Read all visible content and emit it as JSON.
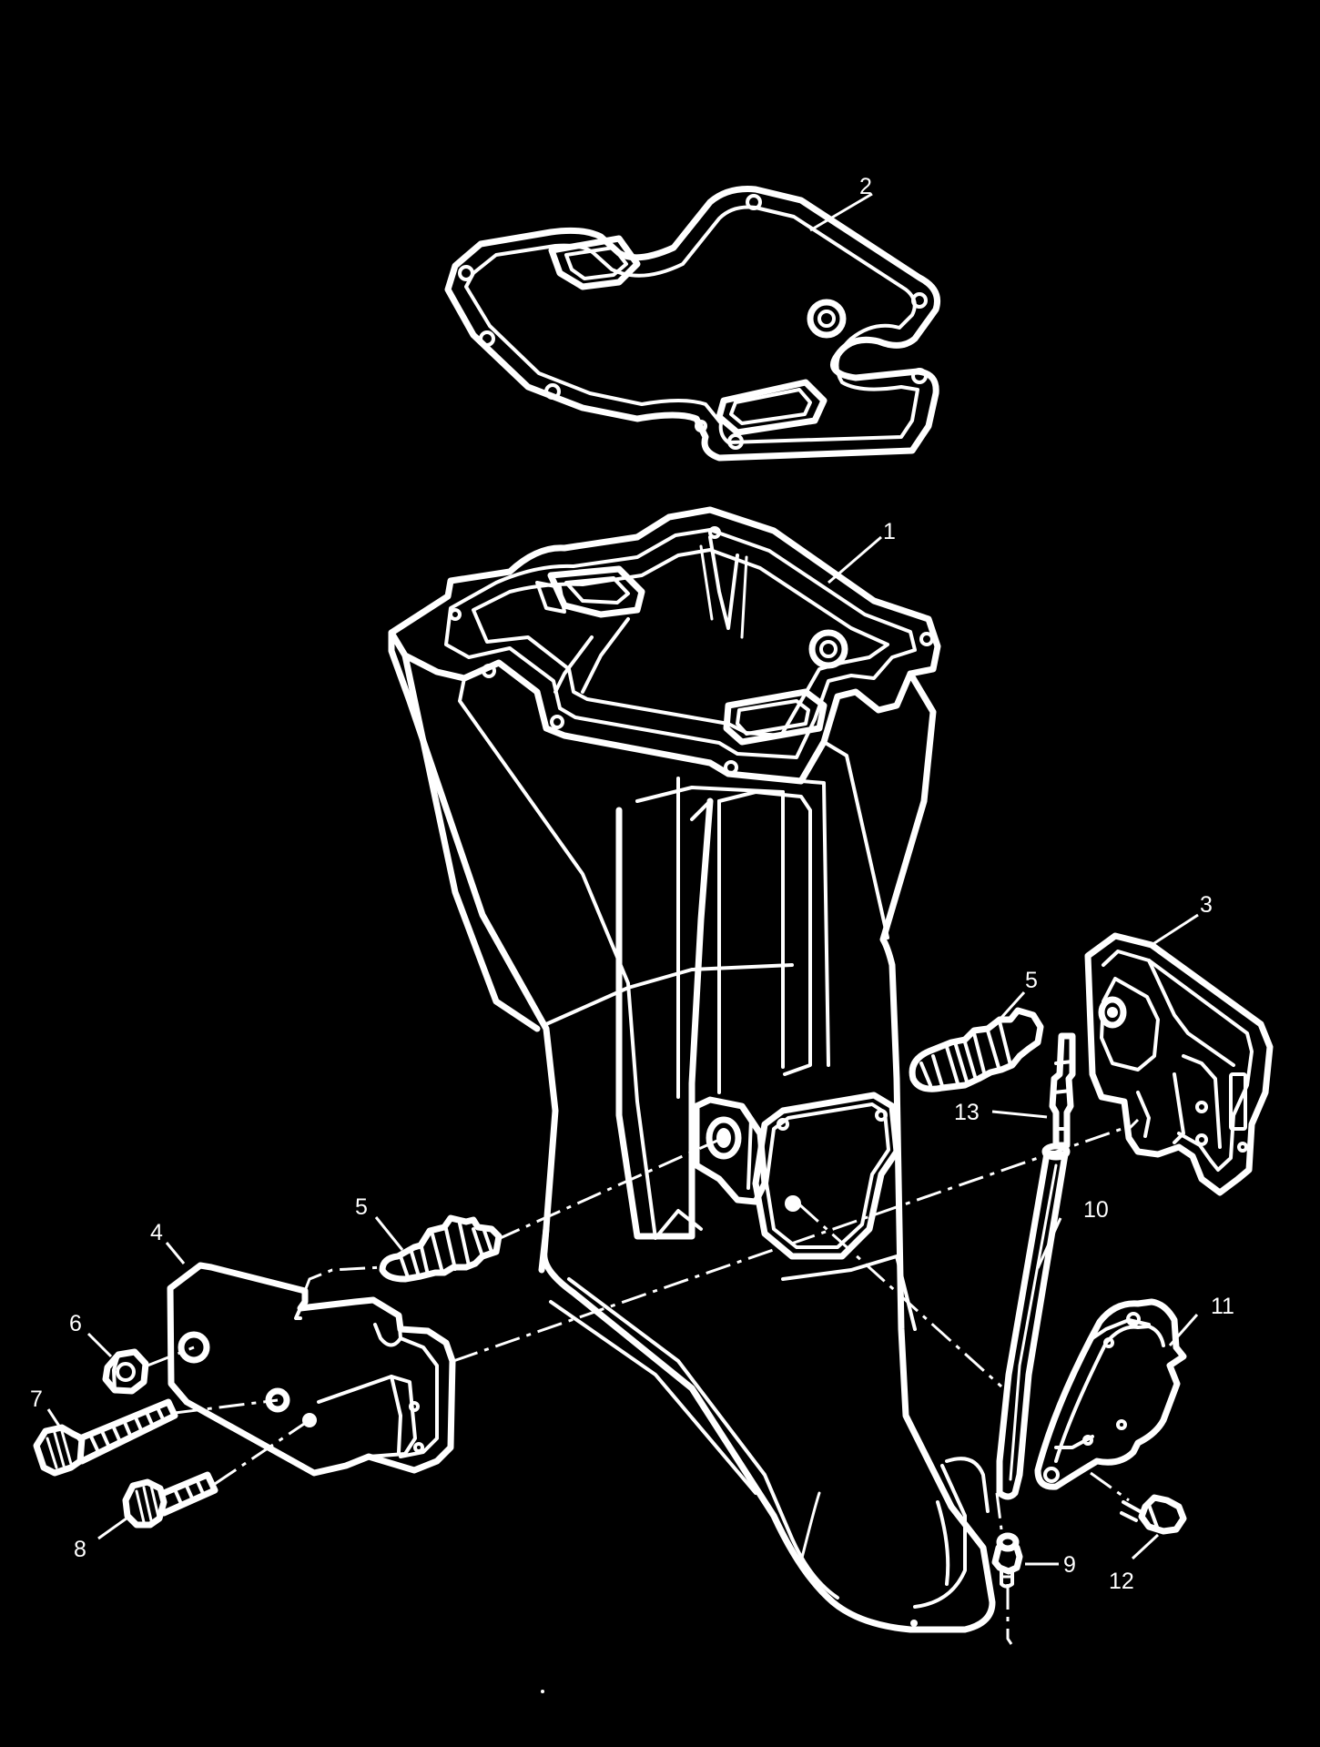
{
  "diagram": {
    "callouts": [
      {
        "id": "1",
        "label": "1"
      },
      {
        "id": "2",
        "label": "2"
      },
      {
        "id": "3",
        "label": "3"
      },
      {
        "id": "4",
        "label": "4"
      },
      {
        "id": "5a",
        "label": "5"
      },
      {
        "id": "5b",
        "label": "5"
      },
      {
        "id": "6",
        "label": "6"
      },
      {
        "id": "7",
        "label": "7"
      },
      {
        "id": "8",
        "label": "8"
      },
      {
        "id": "9",
        "label": "9"
      },
      {
        "id": "10",
        "label": "10"
      },
      {
        "id": "11",
        "label": "11"
      },
      {
        "id": "12",
        "label": "12"
      },
      {
        "id": "13",
        "label": "13"
      }
    ],
    "colors": {
      "background": "#000000",
      "line": "#ffffff"
    }
  }
}
